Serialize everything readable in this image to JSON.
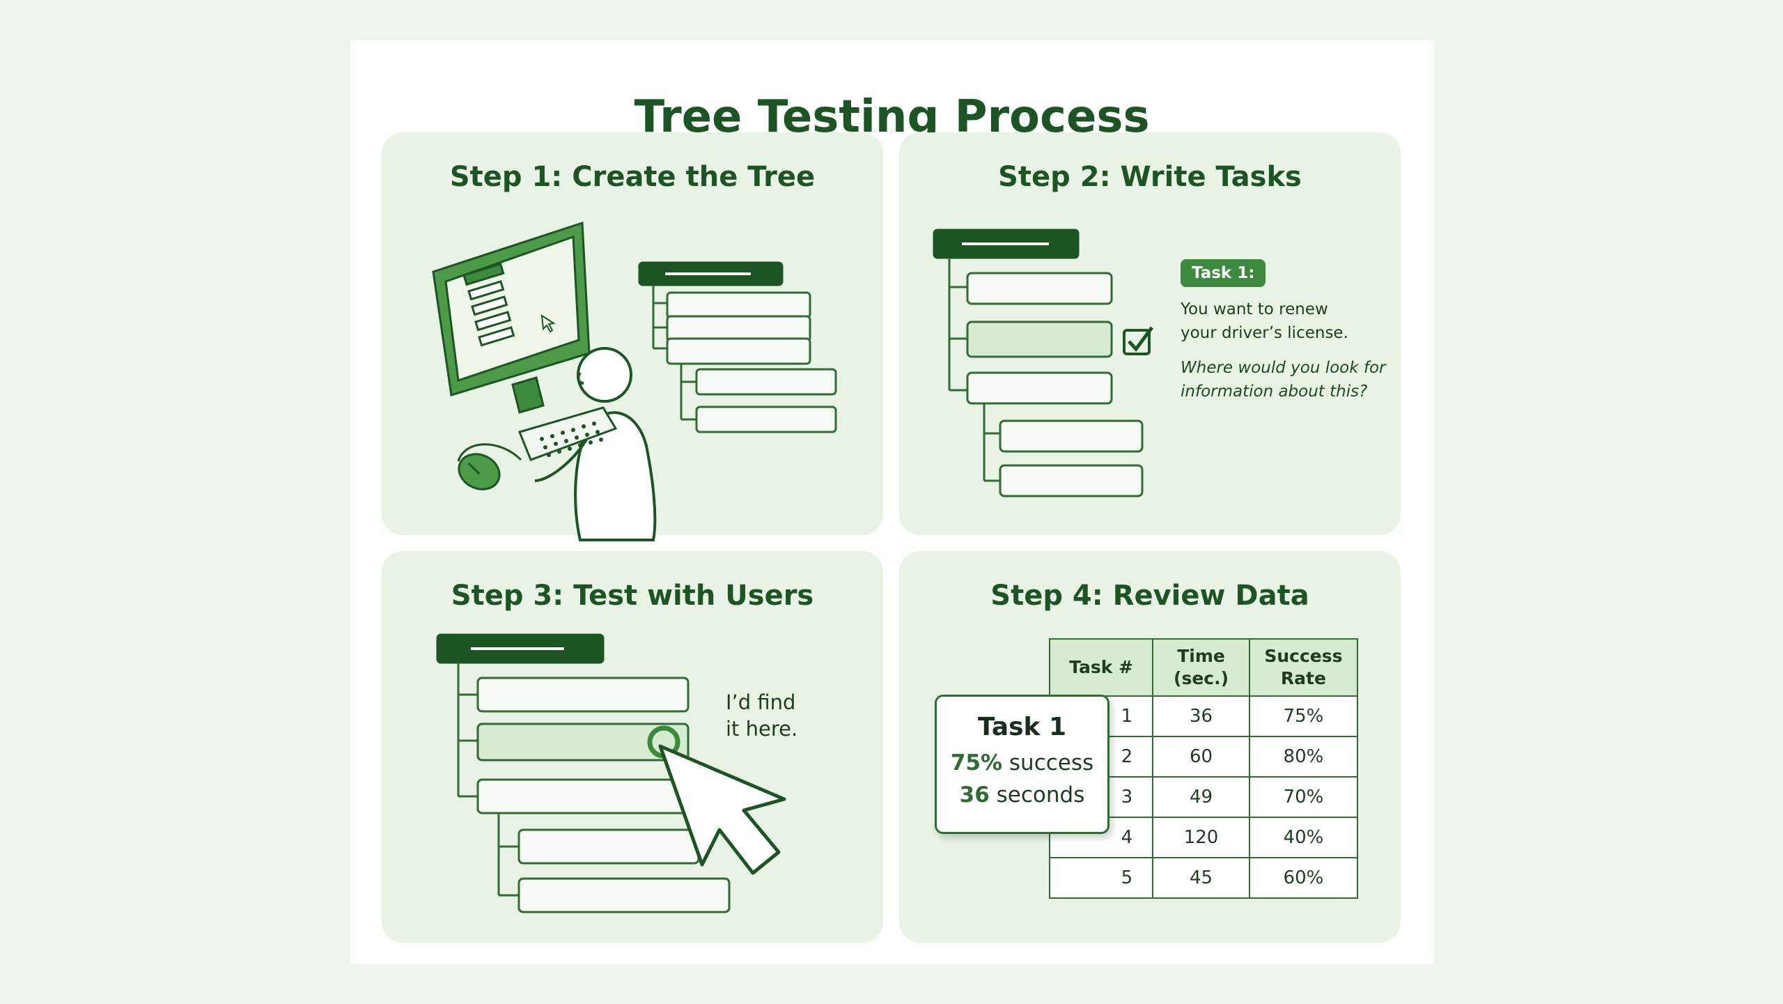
{
  "title": "Tree Testing Process",
  "colors": {
    "accent": "#2f6b33",
    "dark_green": "#1c5424",
    "light_green": "#d6ebcf",
    "panel_bg": "#e9f3e5"
  },
  "steps": [
    {
      "title": "Step 1: Create the Tree"
    },
    {
      "title": "Step 2: Write Tasks",
      "task_label": "Task 1:",
      "task_line1": "You want to renew",
      "task_line2": "your driver’s license.",
      "question_line1": "Where would you look for",
      "question_line2": "information about this?"
    },
    {
      "title": "Step 3: Test with Users",
      "speech_line1": "I’d find",
      "speech_line2": "it here."
    },
    {
      "title": "Step 4: Review Data",
      "callout": {
        "title": "Task 1",
        "success_value": "75%",
        "success_label": "success",
        "time_value": "36",
        "time_label": "seconds"
      },
      "table": {
        "headers": [
          "Task #",
          "Time (sec.)",
          "Success Rate"
        ],
        "rows": [
          [
            "1",
            "36",
            "75%"
          ],
          [
            "2",
            "60",
            "80%"
          ],
          [
            "3",
            "49",
            "70%"
          ],
          [
            "4",
            "120",
            "40%"
          ],
          [
            "5",
            "45",
            "60%"
          ]
        ]
      }
    }
  ]
}
